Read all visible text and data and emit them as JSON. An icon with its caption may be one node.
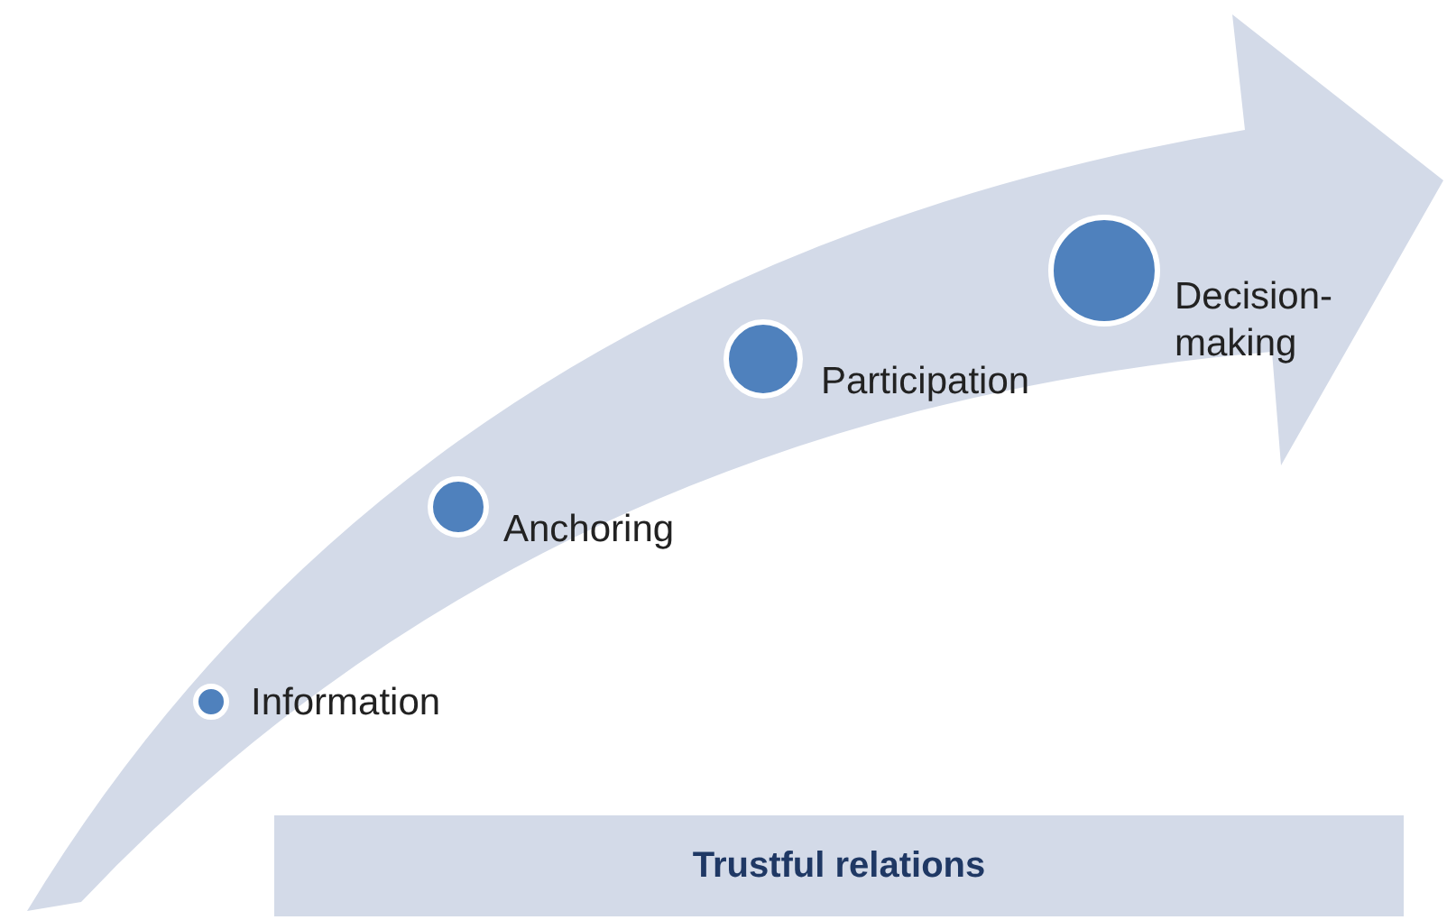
{
  "diagram": {
    "nodes": [
      {
        "text": [],
        "shape": "arrow"
      },
      {
        "text": [],
        "shape": "circle",
        "in": 0,
        "beside": [
          "Information"
        ]
      },
      {
        "text": [],
        "shape": "circle",
        "in": 0,
        "beside": [
          "Anchoring"
        ]
      },
      {
        "text": [],
        "shape": "circle",
        "in": 0,
        "beside": [
          "Participation"
        ]
      },
      {
        "text": [],
        "shape": "circle",
        "in": 0,
        "beside": [
          "Decision-making"
        ]
      },
      {
        "text": [
          "Trustful relations"
        ]
      }
    ],
    "edges": []
  }
}
